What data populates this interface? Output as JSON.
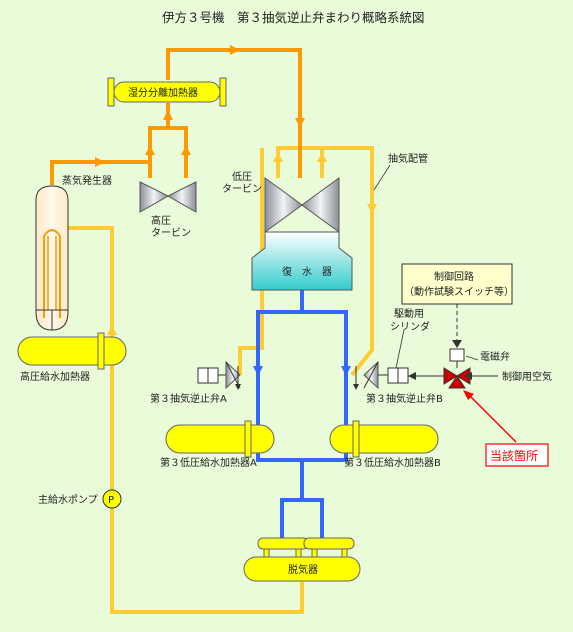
{
  "title": "伊方３号機　第３抽気逆止弁まわり概略系統図",
  "labels": {
    "moisture_separator_heater": "湿分分離加熱器",
    "steam_generator": "蒸気発生器",
    "hp_turbine_line1": "高圧",
    "hp_turbine_line2": "タービン",
    "lp_turbine_line1": "低圧",
    "lp_turbine_line2": "タービン",
    "extraction_piping": "抽気配管",
    "condenser": "復　水　器",
    "control_circuit_line1": "制御回路",
    "control_circuit_line2": "（動作試験スイッチ等）",
    "drive_cylinder_line1": "駆動用",
    "drive_cylinder_line2": "シリンダ",
    "solenoid_valve": "電磁弁",
    "control_air": "制御用空気",
    "hp_feedwater_heater": "高圧給水加熱器",
    "check_valve_a": "第３抽気逆止弁A",
    "check_valve_b": "第３抽気逆止弁B",
    "lp_heater_a": "第３低圧給水加熱器A",
    "lp_heater_b": "第３低圧給水加熱器B",
    "relevant_location": "当該箇所",
    "main_feed_pump": "主給水ポンプ",
    "pump_symbol": "P",
    "deaerator": "脱気器"
  },
  "colors": {
    "background": "#e9fbd8",
    "steam_orange": "#ff9900",
    "feedwater_yellow": "#ffcc33",
    "condensate_blue": "#3366ff",
    "equipment_yellow": "#ffff00",
    "alert_red": "#ff0000"
  }
}
